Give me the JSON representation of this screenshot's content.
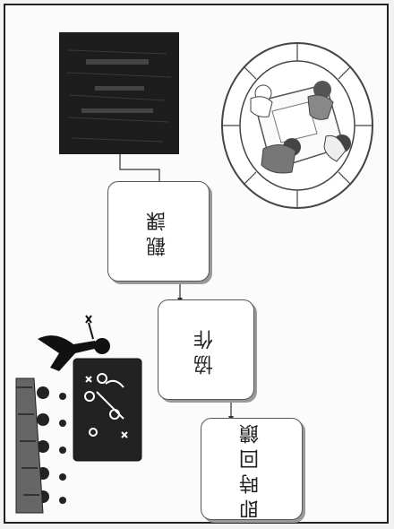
{
  "flow": {
    "step1": "觀課",
    "step2": "協作",
    "step3": "即時回饋"
  },
  "icons": {
    "dark_photo": "blackboard-photo-icon",
    "classroom": "classroom-table-icon",
    "coach": "coach-playbook-icon"
  }
}
